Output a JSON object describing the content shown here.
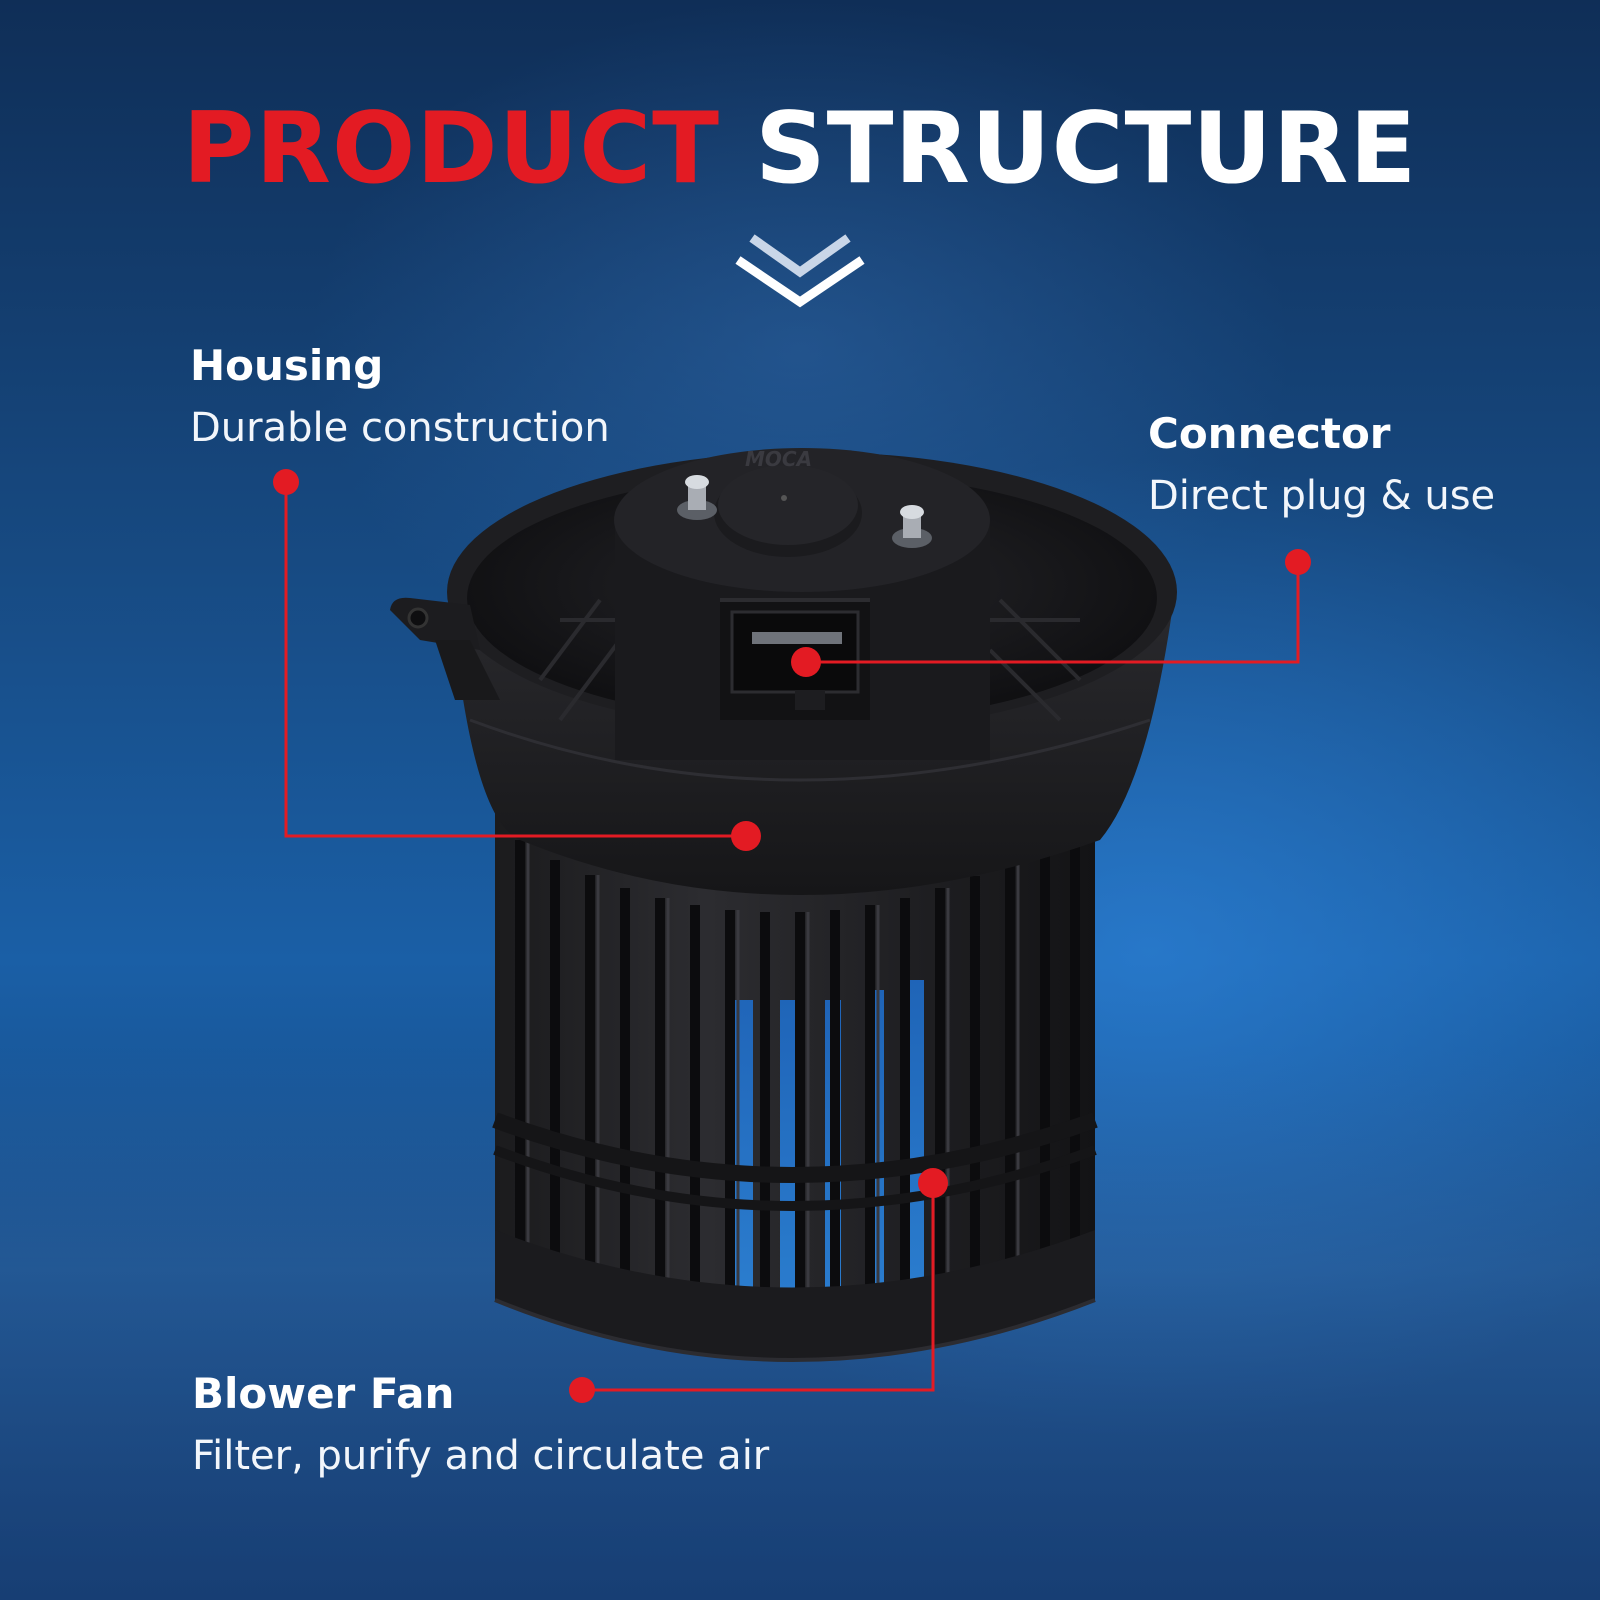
{
  "title": {
    "word1": "PRODUCT",
    "word2": "STRUCTURE"
  },
  "colors": {
    "accent_red": "#e31b23",
    "text_white": "#ffffff",
    "background_blue": "#174a82"
  },
  "product": {
    "brand_mark": "MOCA"
  },
  "callouts": [
    {
      "heading": "Housing",
      "description": "Durable construction"
    },
    {
      "heading": "Connector",
      "description": "Direct plug & use"
    },
    {
      "heading": "Blower Fan",
      "description": "Filter, purify and circulate air"
    }
  ],
  "icons": {
    "scroll_hint": "double-chevron-down-icon"
  }
}
